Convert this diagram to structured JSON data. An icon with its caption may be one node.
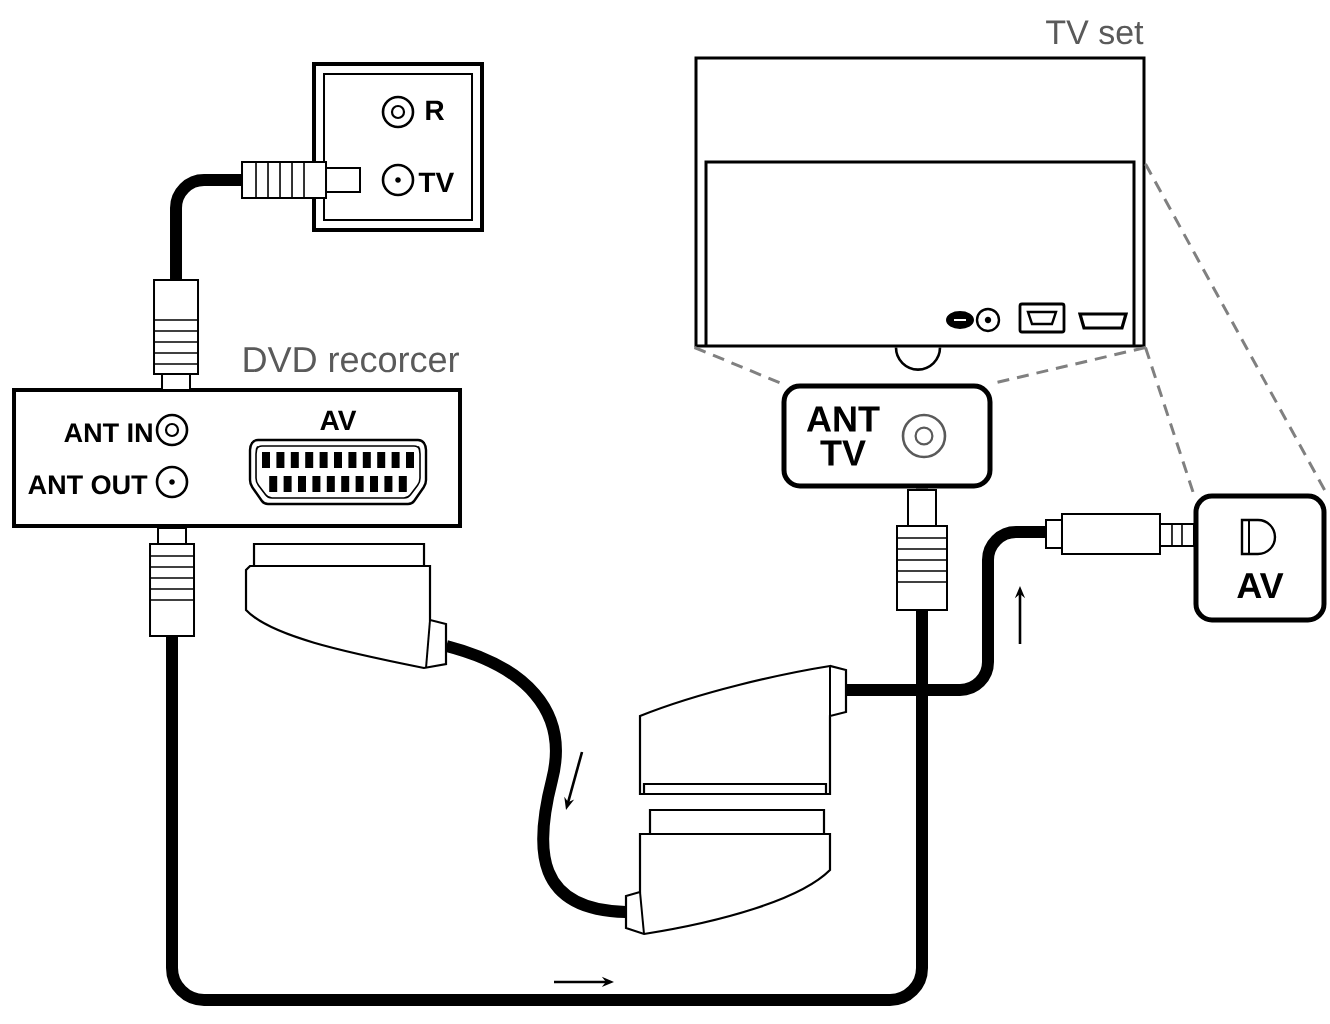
{
  "diagram": {
    "nodes": [
      {
        "text": [
          "R",
          "TV"
        ]
      },
      {
        "text": [
          "DVD recorcer",
          "ANT IN",
          "ANT OUT",
          "AV"
        ]
      },
      {
        "text": [
          "TV set"
        ]
      },
      {
        "text": [
          "ANT TV"
        ]
      },
      {
        "text": [
          "AV"
        ]
      },
      {
        "text": [],
        "shape": "picture"
      },
      {
        "text": [],
        "shape": "picture"
      },
      {
        "text": [],
        "shape": "picture"
      }
    ],
    "edges": [
      {
        "from": 0,
        "to": 1,
        "arrow": "other",
        "style": "thick"
      },
      {
        "from": 1,
        "to": 3,
        "arrow": "other",
        "style": "thick"
      },
      {
        "from": 5,
        "to": 7,
        "arrow": "none",
        "style": "thick"
      },
      {
        "from": 6,
        "to": 4,
        "arrow": "other",
        "style": "thick"
      },
      {
        "from": 2,
        "to": 3,
        "arrow": "none",
        "style": "dashed",
        "color": "#808080"
      },
      {
        "from": 2,
        "to": 3,
        "arrow": "none",
        "style": "dashed",
        "color": "#808080"
      },
      {
        "from": 2,
        "to": 4,
        "arrow": "none",
        "style": "dashed",
        "color": "#808080"
      },
      {
        "from": 2,
        "to": 4,
        "arrow": "none",
        "style": "dashed",
        "color": "#808080"
      }
    ]
  }
}
